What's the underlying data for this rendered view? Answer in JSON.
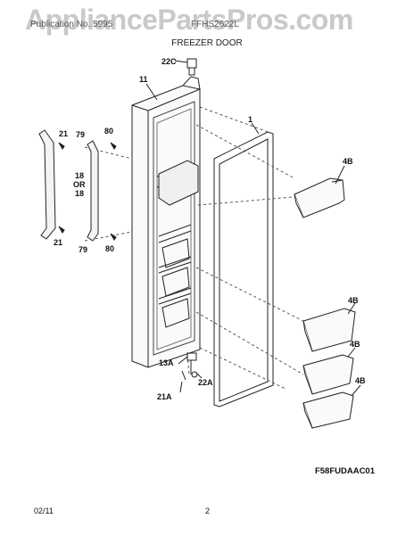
{
  "header": {
    "left_text": "Publication No. 5995",
    "right_text": "FFHS2622L",
    "watermark": "AppliancePartsPros.com",
    "subtitle": "FREEZER DOOR"
  },
  "labels": {
    "l22c": "22C",
    "l11": "11",
    "l1": "1",
    "l21a": "21",
    "l79a": "79",
    "l80a": "80",
    "l18a": "18",
    "lor": "OR",
    "l18b": "18",
    "l21b": "21",
    "l79b": "79",
    "l80b": "80",
    "l4ba": "4B",
    "l4bb": "4B",
    "l4bc": "4B",
    "l4bd": "4B",
    "l13a": "13A",
    "l22a": "22A",
    "l21aa": "21A"
  },
  "footer": {
    "code": "F58FUDAAC01",
    "date": "02/11",
    "page": "2"
  }
}
